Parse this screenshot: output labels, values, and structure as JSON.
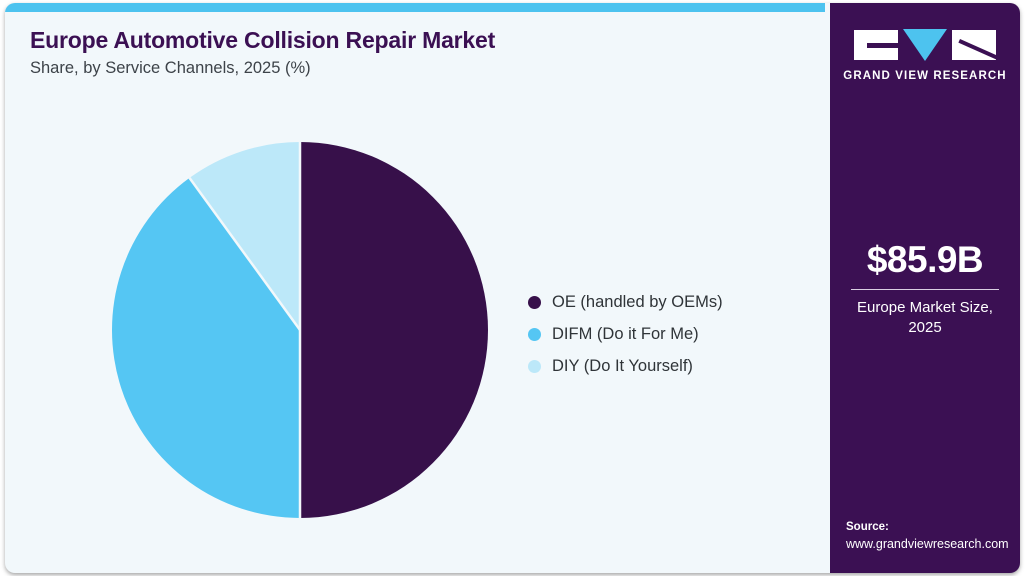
{
  "card": {
    "background_color": "#f2f8fb",
    "accent_color": "#4dc3ef"
  },
  "header": {
    "title": "Europe Automotive Collision Repair Market",
    "subtitle": "Share, by Service Channels, 2025 (%)"
  },
  "legend": {
    "items": [
      {
        "label": "OE (handled by OEMs)",
        "color": "#37104a"
      },
      {
        "label": "DIFM (Do it For Me)",
        "color": "#55c6f3"
      },
      {
        "label": "DIY (Do It Yourself)",
        "color": "#bce8f9"
      }
    ]
  },
  "side_panel": {
    "background_color": "#3b1053",
    "logo": {
      "mark_g": "logo-letter-g",
      "mark_v": "logo-letter-v",
      "mark_r": "logo-letter-r",
      "wordmark": "GRAND VIEW RESEARCH"
    },
    "stat": {
      "value": "$85.9B",
      "caption": "Europe Market Size, 2025"
    },
    "source": {
      "label": "Source:",
      "url": "www.grandviewresearch.com"
    }
  },
  "chart_data": {
    "type": "pie",
    "title": "Europe Automotive Collision Repair Market",
    "subtitle": "Share, by Service Channels, 2025 (%)",
    "unit": "%",
    "categories": [
      "OE (handled by OEMs)",
      "DIFM (Do it For Me)",
      "DIY (Do It Yourself)"
    ],
    "values": [
      50.0,
      40.0,
      10.0
    ],
    "colors": [
      "#37104a",
      "#55c6f3",
      "#bce8f9"
    ],
    "legend_position": "right",
    "start_angle_deg": 0,
    "direction": "clockwise",
    "grid": false,
    "labels_shown": false
  }
}
